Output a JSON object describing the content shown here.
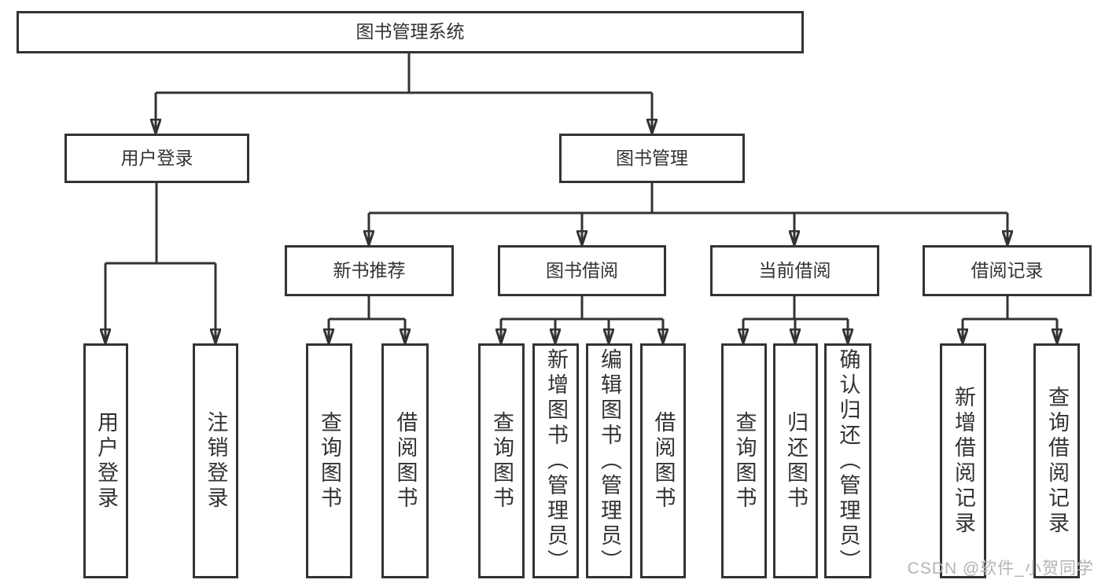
{
  "diagram": {
    "title": "图书管理系统",
    "branches": {
      "user_login": {
        "label": "用户登录",
        "children": [
          "用户登录",
          "注销登录"
        ]
      },
      "book_mgmt": {
        "label": "图书管理",
        "sections": {
          "new_books": {
            "label": "新书推荐",
            "children": [
              "查询图书",
              "借阅图书"
            ]
          },
          "book_borrow": {
            "label": "图书借阅",
            "children": [
              "查询图书",
              "新增图书（管理员）",
              "编辑图书（管理员）",
              "借阅图书"
            ]
          },
          "current_borrow": {
            "label": "当前借阅",
            "children": [
              "查询图书",
              "归还图书",
              "确认归还（管理员）"
            ]
          },
          "borrow_records": {
            "label": "借阅记录",
            "children": [
              "新增借阅记录",
              "查询借阅记录"
            ]
          }
        }
      }
    }
  },
  "watermark": "CSDN @软件_小贺同学",
  "colors": {
    "line": "#333333",
    "text": "#333333",
    "box_background": "#ffffff",
    "watermark": "#b3b3b3",
    "background": "#ffffff"
  }
}
